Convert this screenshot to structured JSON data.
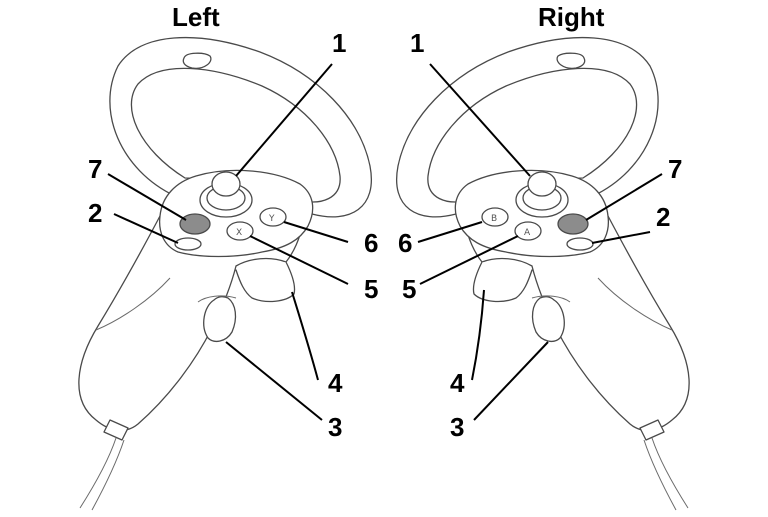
{
  "titles": {
    "left": "Left",
    "right": "Right"
  },
  "callouts": {
    "left": {
      "c1": "1",
      "c2": "2",
      "c3": "3",
      "c4": "4",
      "c5": "5",
      "c6": "6",
      "c7": "7"
    },
    "right": {
      "c1": "1",
      "c2": "2",
      "c3": "3",
      "c4": "4",
      "c5": "5",
      "c6": "6",
      "c7": "7"
    }
  },
  "button_glyphs": {
    "left_lower": "X",
    "left_upper": "Y",
    "right_lower": "A",
    "right_upper": "B"
  },
  "colors": {
    "outline": "#4a4a4a",
    "highlight_button": "#8c8c8c",
    "leader": "#000000"
  }
}
